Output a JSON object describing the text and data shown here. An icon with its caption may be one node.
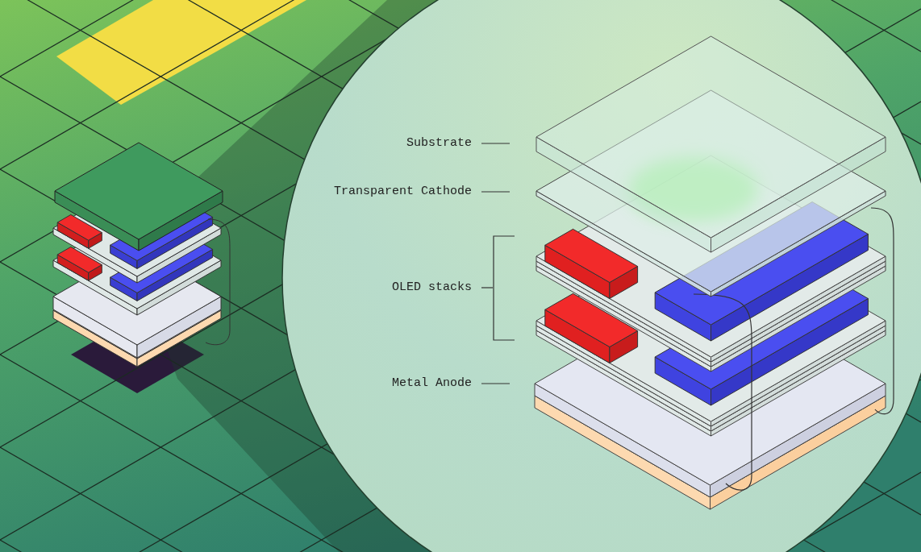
{
  "diagram": {
    "nodes": [
      {
        "text": [
          "Substrate"
        ]
      },
      {
        "text": [
          "Transparent Cathode"
        ]
      },
      {
        "text": [
          "OLED stacks"
        ]
      },
      {
        "text": [
          "Metal Anode"
        ]
      },
      {
        "text": [],
        "shape": "bracket"
      }
    ],
    "edges": [
      {
        "from": 0,
        "to": null,
        "arrow": "none"
      },
      {
        "from": 1,
        "to": null,
        "arrow": "none"
      },
      {
        "from": 2,
        "to": 4,
        "arrow": "none"
      },
      {
        "from": 3,
        "to": null,
        "arrow": "none"
      }
    ]
  }
}
